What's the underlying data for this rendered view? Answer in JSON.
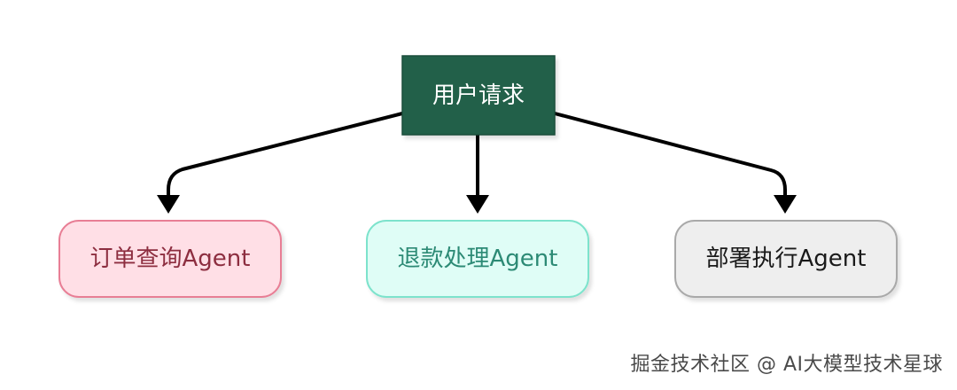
{
  "diagram": {
    "root": {
      "label": "用户请求",
      "fill": "#21604a",
      "text_color": "#ffffff"
    },
    "children": [
      {
        "label": "订单查询Agent",
        "fill": "#ffdfe6",
        "stroke": "#e87e95",
        "text_color": "#8d2e40"
      },
      {
        "label": "退款处理Agent",
        "fill": "#dffdf6",
        "stroke": "#7de3cc",
        "text_color": "#2c8a75"
      },
      {
        "label": "部署执行Agent",
        "fill": "#eeeeee",
        "stroke": "#a9a9a9",
        "text_color": "#1a1a1a"
      }
    ],
    "edge_color": "#000000"
  },
  "watermark": "掘金技术社区 @ AI大模型技术星球"
}
